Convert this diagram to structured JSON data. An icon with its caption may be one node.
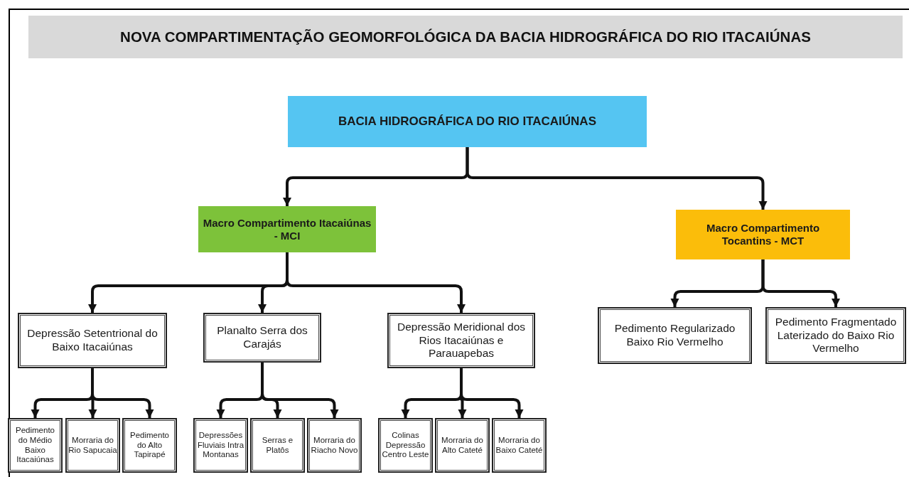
{
  "diagram": {
    "title": "NOVA COMPARTIMENTAÇÃO GEOMORFOLÓGICA DA BACIA HIDROGRÁFICA DO RIO ITACAIÚNAS",
    "nodes": [
      {
        "text": [
          "BACIA HIDROGRÁFICA DO RIO ITACAIÚNAS"
        ]
      },
      {
        "text": [
          "Macro Compartimento Itacaiúnas - MCI"
        ]
      },
      {
        "text": [
          "Macro Compartimento Tocantins - MCT"
        ]
      },
      {
        "text": [
          "Depressão Setentrional do Baixo Itacaiúnas"
        ]
      },
      {
        "text": [
          "Planalto Serra dos Carajás"
        ]
      },
      {
        "text": [
          "Depressão Meridional dos Rios Itacaiúnas e Parauapebas"
        ]
      },
      {
        "text": [
          "Pedimento Regularizado Baixo Rio Vermelho"
        ]
      },
      {
        "text": [
          "Pedimento Fragmentado Laterizado do Baixo Rio Vermelho"
        ]
      },
      {
        "text": [
          "Pedimento do Médio Baixo Itacaiúnas"
        ]
      },
      {
        "text": [
          "Morraria do Rio Sapucaia"
        ]
      },
      {
        "text": [
          "Pedimento do Alto Tapirapé"
        ]
      },
      {
        "text": [
          "Depressões Fluviais Intra Montanas"
        ]
      },
      {
        "text": [
          "Serras e Platôs"
        ]
      },
      {
        "text": [
          "Morraria do Riacho Novo"
        ]
      },
      {
        "text": [
          "Colinas Depressão Centro Leste"
        ]
      },
      {
        "text": [
          "Morraria do Alto Cateté"
        ]
      },
      {
        "text": [
          "Morraria do Baixo Cateté"
        ]
      }
    ],
    "edges": [
      {
        "from": 0,
        "to": 1,
        "arrow": "to"
      },
      {
        "from": 0,
        "to": 2,
        "arrow": "to"
      },
      {
        "from": 1,
        "to": 3,
        "arrow": "to"
      },
      {
        "from": 1,
        "to": 4,
        "arrow": "to"
      },
      {
        "from": 1,
        "to": 5,
        "arrow": "to"
      },
      {
        "from": 2,
        "to": 6,
        "arrow": "to"
      },
      {
        "from": 2,
        "to": 7,
        "arrow": "to"
      },
      {
        "from": 3,
        "to": 8,
        "arrow": "to"
      },
      {
        "from": 3,
        "to": 9,
        "arrow": "to"
      },
      {
        "from": 3,
        "to": 10,
        "arrow": "to"
      },
      {
        "from": 4,
        "to": 11,
        "arrow": "to"
      },
      {
        "from": 4,
        "to": 12,
        "arrow": "to"
      },
      {
        "from": 4,
        "to": 13,
        "arrow": "to"
      },
      {
        "from": 5,
        "to": 14,
        "arrow": "to"
      },
      {
        "from": 5,
        "to": 15,
        "arrow": "to"
      },
      {
        "from": 5,
        "to": 16,
        "arrow": "to"
      }
    ]
  }
}
